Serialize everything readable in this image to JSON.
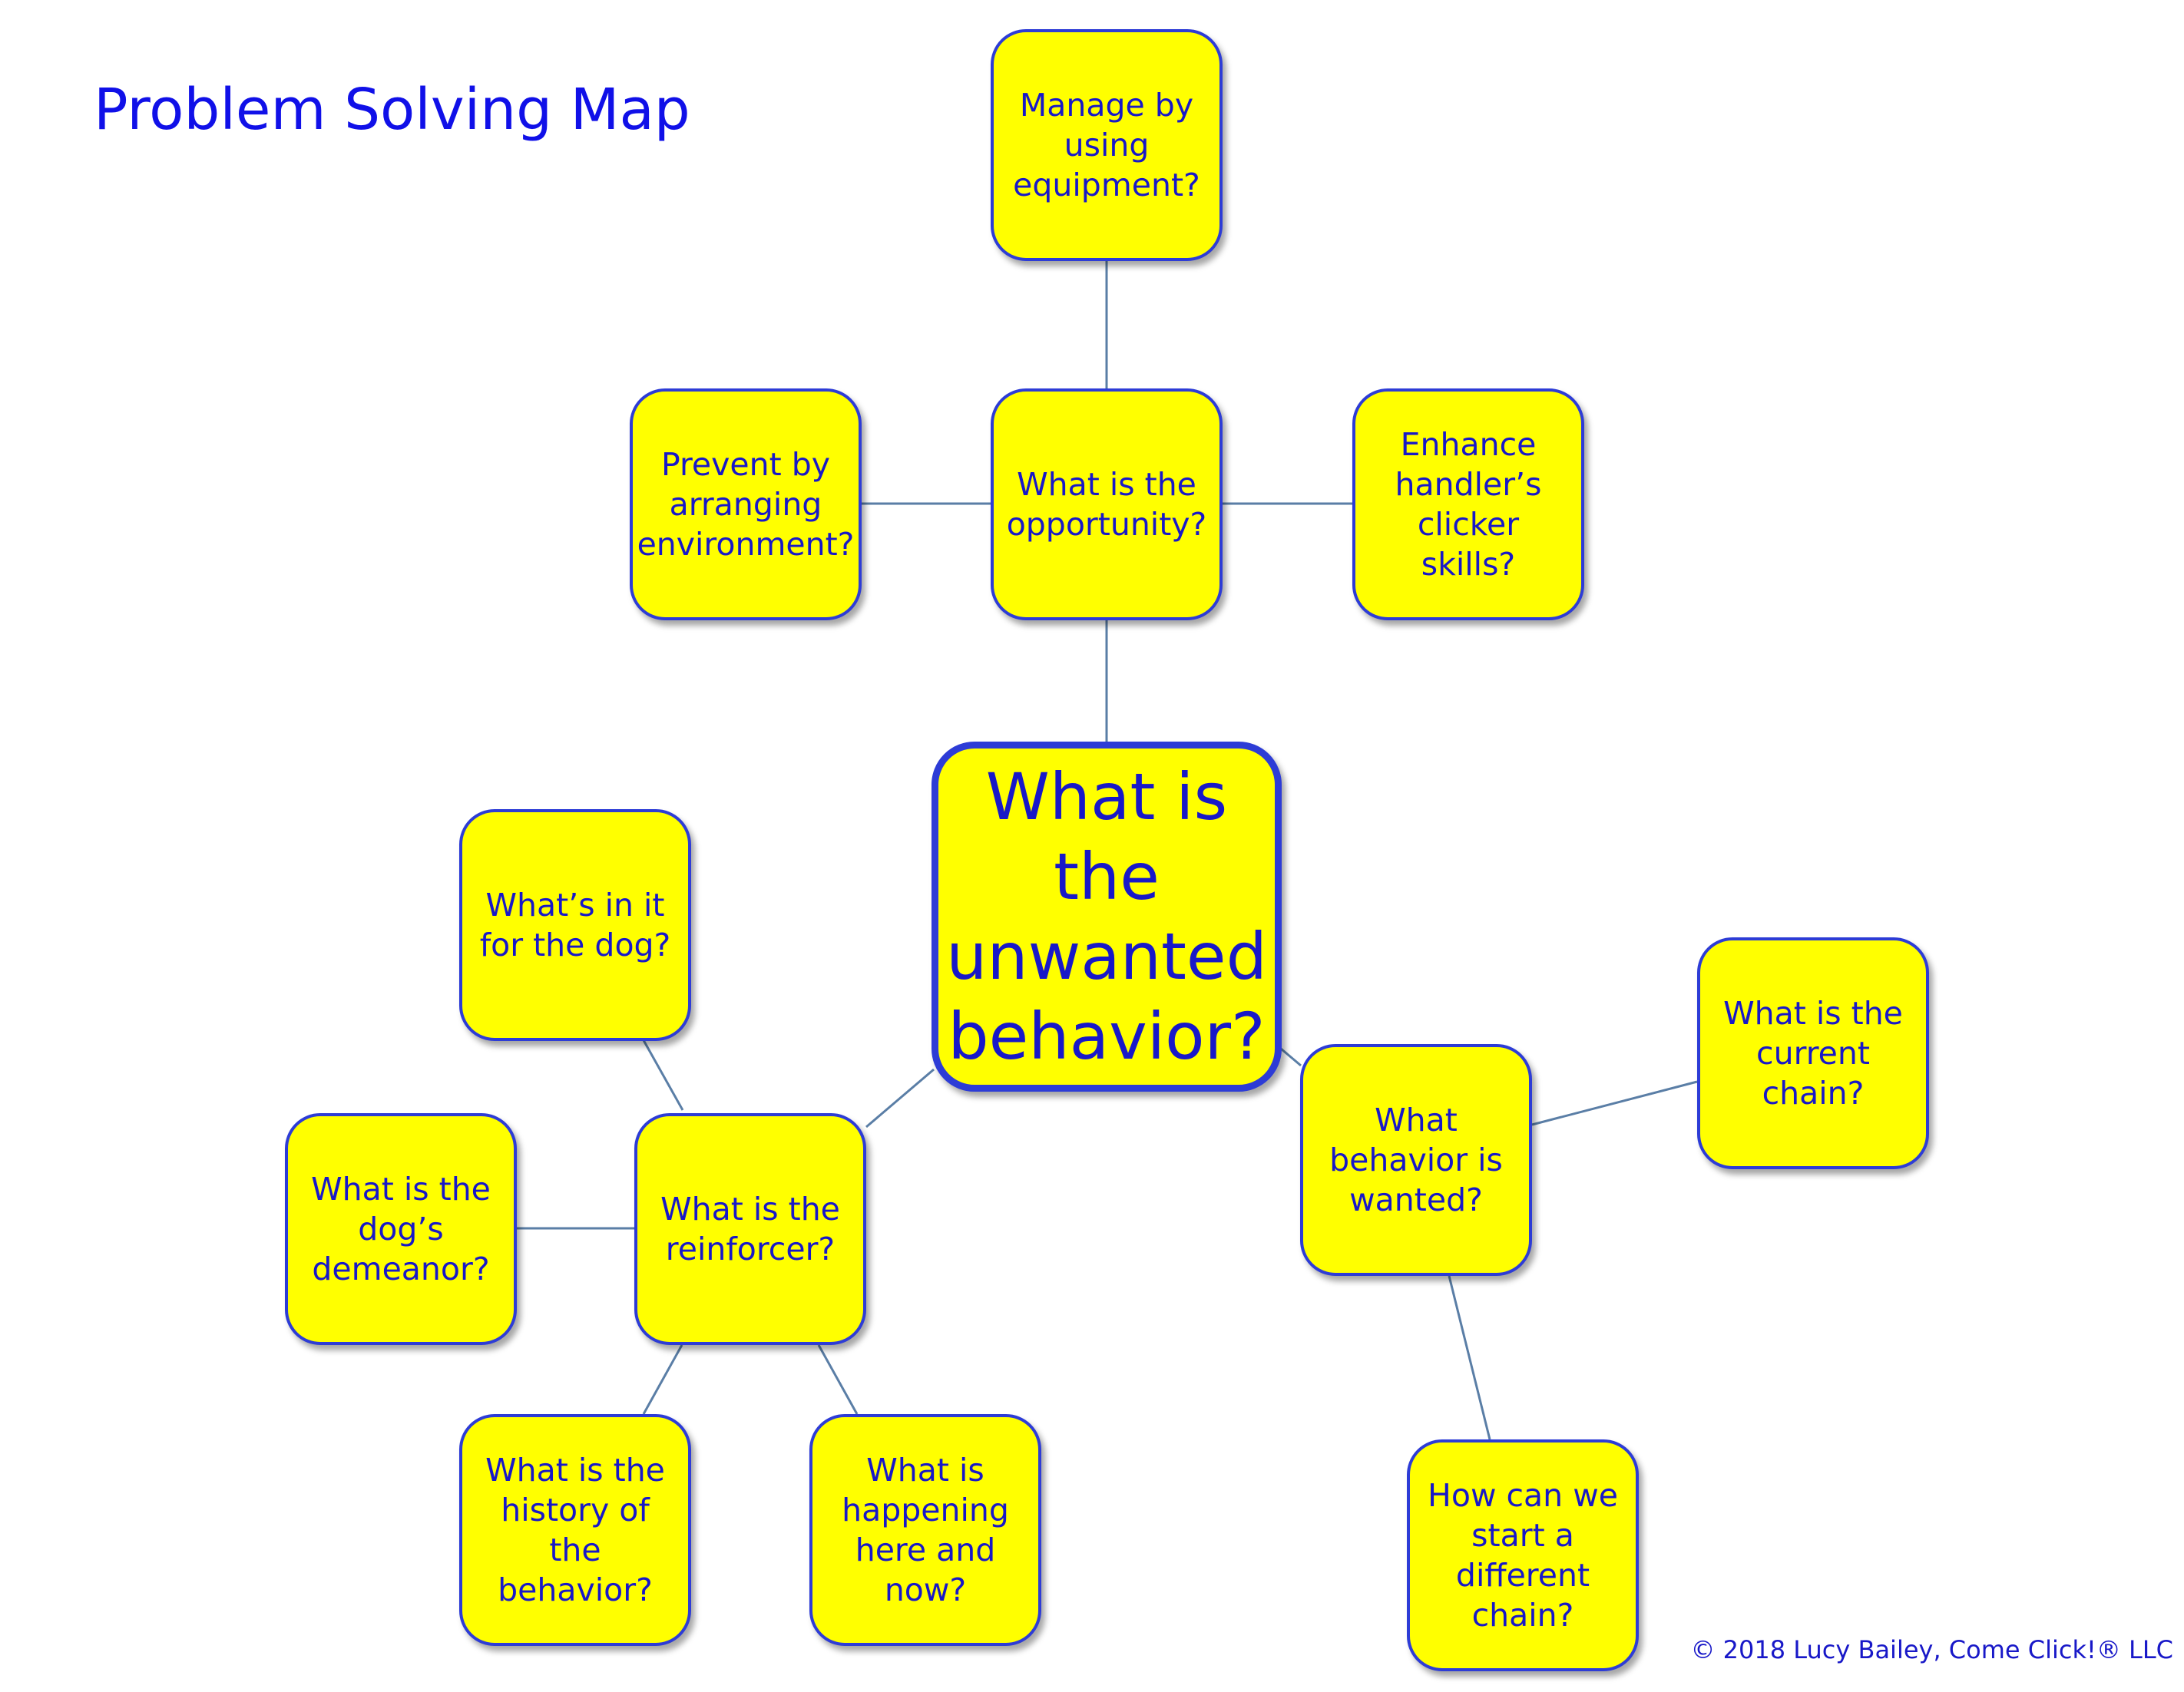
{
  "title": "Problem Solving Map",
  "copyright": "© 2018 Lucy Bailey, Come Click!® LLC",
  "colors": {
    "node_fill": "#ffff00",
    "node_border": "#2d3cd6",
    "text": "#1818c8",
    "title": "#1010e8",
    "connector": "#5a7ea6"
  },
  "nodes": {
    "center": "What is the unwanted behavior?",
    "opportunity": "What is the opportunity?",
    "equipment": "Manage by using equipment?",
    "prevent": "Prevent by arranging environment?",
    "enhance": "Enhance handler’s clicker skills?",
    "reinforcer": "What is the reinforcer?",
    "in_it": "What’s in it for the dog?",
    "demeanor": "What is the dog’s demeanor?",
    "history": "What is the history of the behavior?",
    "here_now": "What is happening here and now?",
    "wanted": "What behavior is wanted?",
    "current_chain": "What is the current chain?",
    "different_chain": "How can we start a different chain?"
  }
}
